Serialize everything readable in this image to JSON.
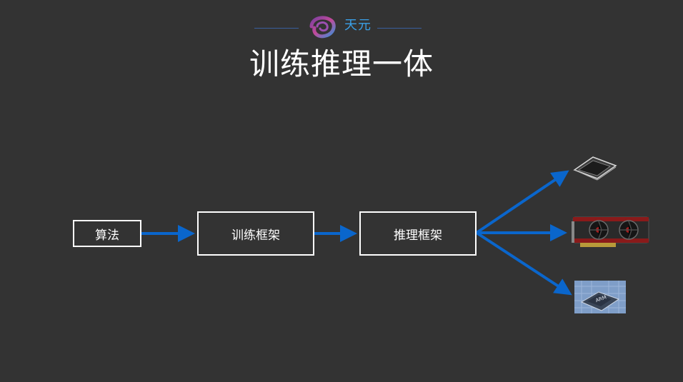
{
  "header": {
    "logo_text": "天元",
    "title": "训练推理一体"
  },
  "diagram": {
    "nodes": {
      "algorithm": "算法",
      "training_framework": "训练框架",
      "inference_framework": "推理框架"
    },
    "hardware_targets": [
      "chip-icon",
      "gpu-card-icon",
      "arm-processor-icon"
    ],
    "arm_chip_label": "ARM",
    "arrow_color": "#0a66cc"
  }
}
